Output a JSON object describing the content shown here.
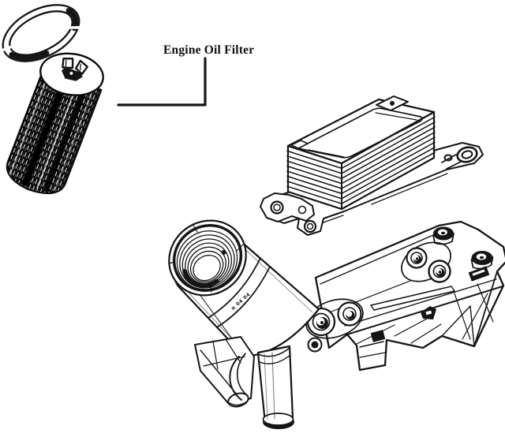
{
  "diagram": {
    "title_label": "Engine Oil Filter",
    "housing_marking": "⊕ 04 04",
    "background": "#ffffff",
    "line_color": "#151515",
    "parts": [
      {
        "id": "o-ring",
        "name": "o-ring-seal"
      },
      {
        "id": "oil-filter-element",
        "name": "engine-oil-filter-element"
      },
      {
        "id": "oil-cooler",
        "name": "engine-oil-cooler"
      },
      {
        "id": "oil-filter-housing",
        "name": "oil-filter-housing-assembly"
      }
    ]
  }
}
